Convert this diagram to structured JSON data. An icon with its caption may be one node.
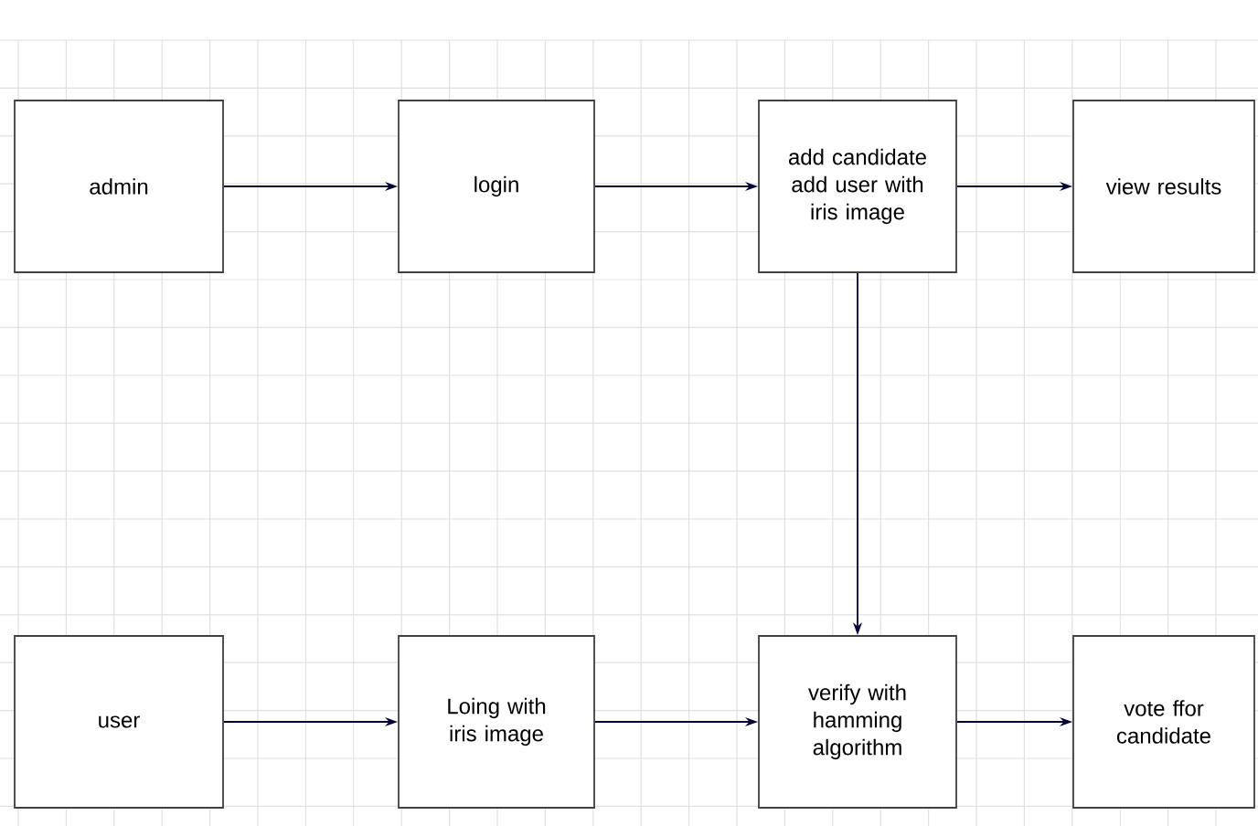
{
  "diagram": {
    "nodes": [
      {
        "text": [
          "admin"
        ]
      },
      {
        "text": [
          "login"
        ]
      },
      {
        "text": [
          "add candidate add user with iris image"
        ]
      },
      {
        "text": [
          "view results"
        ]
      },
      {
        "text": [
          "user"
        ]
      },
      {
        "text": [
          "Loing with iris image"
        ]
      },
      {
        "text": [
          "verify with hamming algorithm"
        ]
      },
      {
        "text": [
          "vote ffor candidate"
        ]
      }
    ],
    "edges": [
      {
        "from": 0,
        "to": 1,
        "arrow": "to"
      },
      {
        "from": 1,
        "to": 2,
        "arrow": "to"
      },
      {
        "from": 2,
        "to": 3,
        "arrow": "to"
      },
      {
        "from": 2,
        "to": 6,
        "arrow": "to"
      },
      {
        "from": 4,
        "to": 5,
        "arrow": "to"
      },
      {
        "from": 5,
        "to": 6,
        "arrow": "to"
      },
      {
        "from": 6,
        "to": 7,
        "arrow": "to"
      }
    ]
  }
}
